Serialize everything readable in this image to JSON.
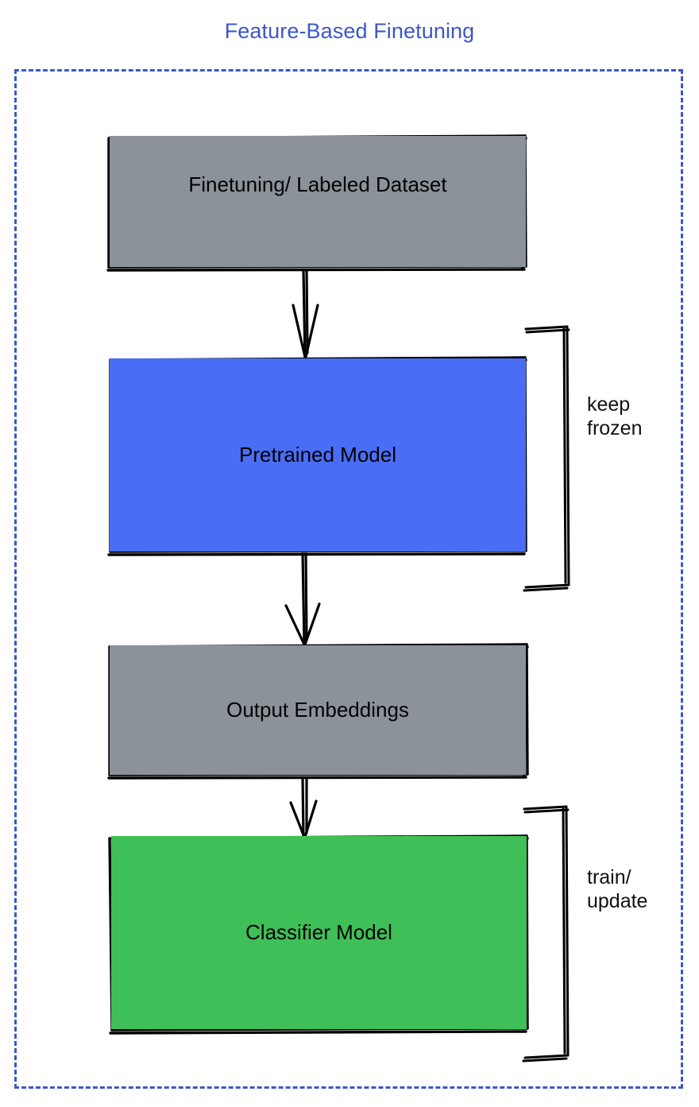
{
  "title": "Feature-Based Finetuning",
  "frame": {
    "style": "dashed",
    "color": "#3b57c8"
  },
  "colors": {
    "title": "#3b57c8",
    "frame_dash": "#3b57c8",
    "gray_box": "#8b929a",
    "blue_box": "#4a6df5",
    "green_box": "#3fbf58",
    "stroke": "#000000",
    "background": "#ffffff"
  },
  "nodes": [
    {
      "id": "dataset",
      "label": "Finetuning/ Labeled Dataset",
      "fill": "#8b929a"
    },
    {
      "id": "pretrained",
      "label": "Pretrained Model",
      "fill": "#4a6df5"
    },
    {
      "id": "embeddings",
      "label": "Output Embeddings",
      "fill": "#8b929a"
    },
    {
      "id": "classifier",
      "label": "Classifier Model",
      "fill": "#3fbf58"
    }
  ],
  "edges": [
    {
      "from": "dataset",
      "to": "pretrained",
      "style": "arrow-down"
    },
    {
      "from": "pretrained",
      "to": "embeddings",
      "style": "arrow-down"
    },
    {
      "from": "embeddings",
      "to": "classifier",
      "style": "arrow-down"
    }
  ],
  "annotations": [
    {
      "id": "keep-frozen",
      "text": "keep\nfrozen",
      "targets": "pretrained",
      "bracket": "right"
    },
    {
      "id": "train-update",
      "text": "train/\nupdate",
      "targets": "classifier",
      "bracket": "right"
    }
  ],
  "chart_data": {
    "type": "diagram",
    "title": "Feature-Based Finetuning",
    "flow": [
      "Finetuning/ Labeled Dataset",
      "Pretrained Model",
      "Output Embeddings",
      "Classifier Model"
    ],
    "labels": [
      "keep frozen",
      "train/ update"
    ]
  }
}
